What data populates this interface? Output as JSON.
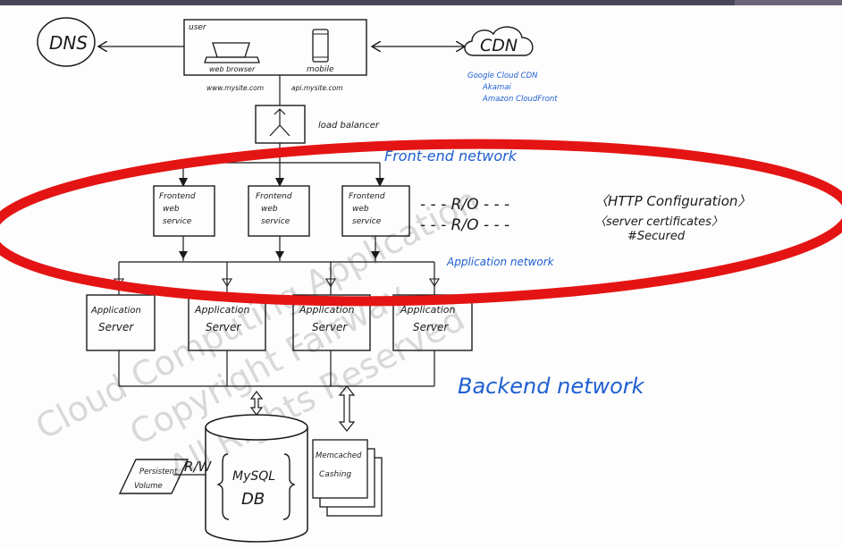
{
  "colors": {
    "ink": "#1a1a1a",
    "blue": "#1f5fd1",
    "highlight": "#e41414",
    "watermark": "#d6d6d6",
    "topbar": "#4a4458"
  },
  "watermark": [
    "Cloud Computing Application",
    "Copyright Fairway",
    "All Rights Reserved"
  ],
  "dns": {
    "label": "DNS"
  },
  "user": {
    "label": "user",
    "web_browser": "web browser",
    "mobile": "mobile",
    "web_url": "www.mysite.com",
    "api_url": "api.mysite.com"
  },
  "cdn": {
    "label": "CDN",
    "providers": [
      "Google Cloud CDN",
      "Akamai",
      "Amazon CloudFront"
    ]
  },
  "load_balancer": {
    "label": "load balancer"
  },
  "networks": {
    "frontend": "Front-end network",
    "application": "Application network",
    "backend": "Backend network"
  },
  "frontend_services": [
    [
      "Frontend",
      "web",
      "service"
    ],
    [
      "Frontend",
      "web",
      "service"
    ],
    [
      "Frontend",
      "web",
      "service"
    ]
  ],
  "config": {
    "rw_1": "- - - R/O - - -",
    "http_config": "〈HTTP Configuration〉",
    "rw_2": "- - - R/O - - -",
    "certs": "〈server certificates〉",
    "secured": "#Secured"
  },
  "app_servers": [
    [
      "Application",
      "Server"
    ],
    [
      "Application",
      "Server"
    ],
    [
      "Application",
      "Server"
    ],
    [
      "Application",
      "Server"
    ]
  ],
  "storage": {
    "volume": [
      "Persistent",
      "Volume"
    ],
    "rw": "R/W",
    "db": [
      "MySQL",
      "DB"
    ],
    "cache": [
      "Memcached",
      "Cashing"
    ]
  }
}
